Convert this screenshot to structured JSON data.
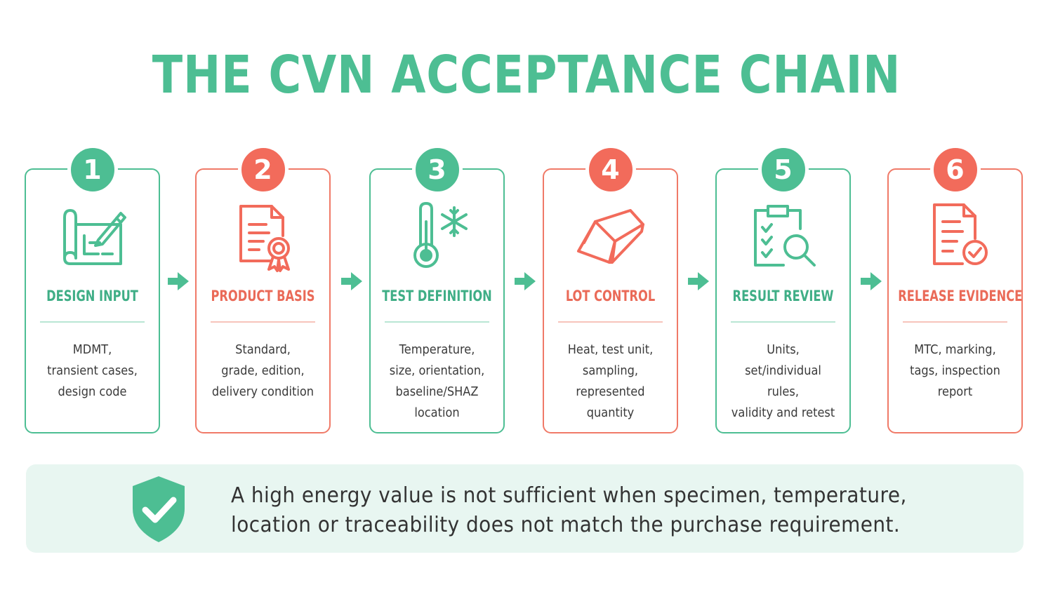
{
  "title": "THE CVN ACCEPTANCE CHAIN",
  "colors": {
    "green": "#4dbe93",
    "coral": "#f26b5b",
    "note_background": "#e8f6f1"
  },
  "steps": [
    {
      "number": "1",
      "title": "DESIGN INPUT",
      "description": "MDMT,\ntransient cases,\ndesign code",
      "icon": "blueprint-pencil-icon",
      "color": "green"
    },
    {
      "number": "2",
      "title": "PRODUCT BASIS",
      "description": "Standard,\ngrade, edition,\ndelivery condition",
      "icon": "certificate-document-icon",
      "color": "coral"
    },
    {
      "number": "3",
      "title": "TEST DEFINITION",
      "description": "Temperature,\nsize, orientation,\nbaseline/SHAZ\nlocation",
      "icon": "thermometer-snowflake-icon",
      "color": "green"
    },
    {
      "number": "4",
      "title": "LOT CONTROL",
      "description": "Heat, test unit,\nsampling,\nrepresented\nquantity",
      "icon": "metal-ingot-icon",
      "color": "coral"
    },
    {
      "number": "5",
      "title": "RESULT REVIEW",
      "description": "Units,\nset/individual rules,\nvalidity and retest",
      "icon": "clipboard-magnifier-icon",
      "color": "green"
    },
    {
      "number": "6",
      "title": "RELEASE EVIDENCE",
      "description": "MTC, marking,\ntags, inspection\nreport",
      "icon": "document-check-icon",
      "color": "coral"
    }
  ],
  "note": {
    "text": "A high energy value is not sufficient when specimen, temperature,\nlocation or traceability does not match the purchase requirement.",
    "icon": "shield-check-icon"
  }
}
